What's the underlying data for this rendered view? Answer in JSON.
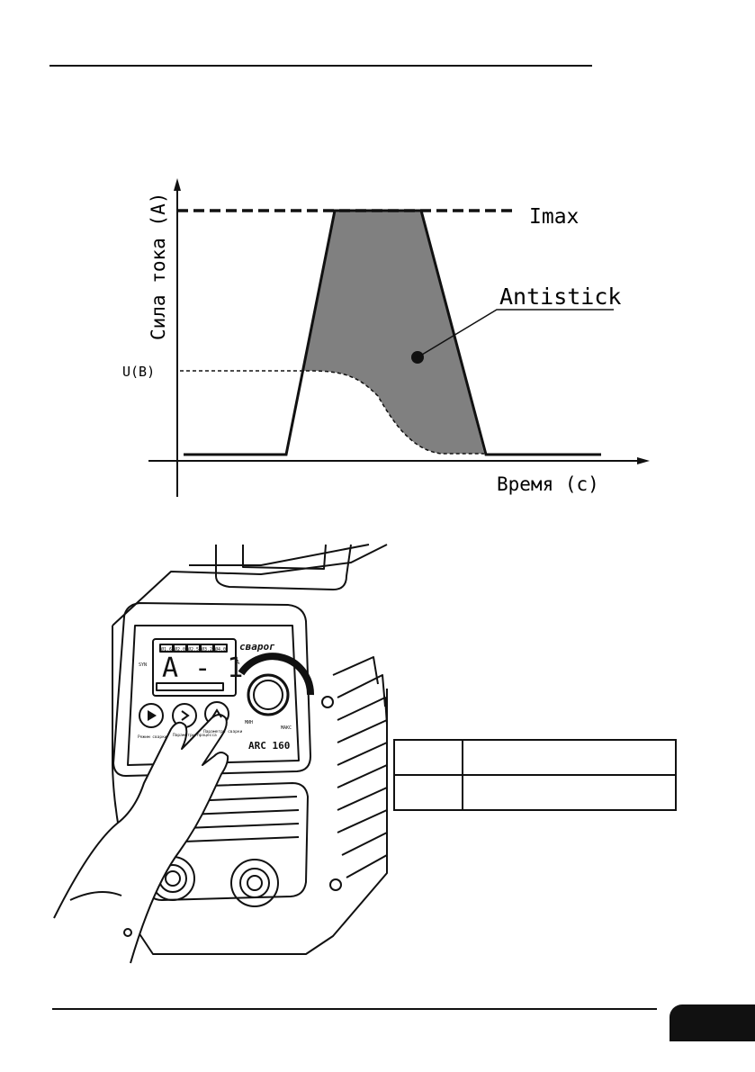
{
  "diagram": {
    "y_axis_label": "Сила тока (А)",
    "x_axis_label": "Время (с)",
    "imax_label": "Imax",
    "voltage_label": "U(B)",
    "callout_label": "Antistick",
    "fill_color": "#808080"
  },
  "panel": {
    "brand": "сварог",
    "model": "ARC 160",
    "display_value": "A - 1",
    "display_unit": "A",
    "syn_label": "SYN",
    "electrode_sizes": [
      "Ø1.6",
      "Ø2.0",
      "Ø2.5",
      "Ø3.2",
      "Ø4.0"
    ],
    "knob_min_label": "МИН",
    "knob_max_label": "МАКС",
    "button1_label": "Режим сварки",
    "button2_label": "Параметры процесса",
    "button3_label": "Параметры сварки"
  },
  "table": {
    "rows": [
      {
        "c1": "",
        "c2": ""
      },
      {
        "c1": "",
        "c2": ""
      }
    ]
  }
}
